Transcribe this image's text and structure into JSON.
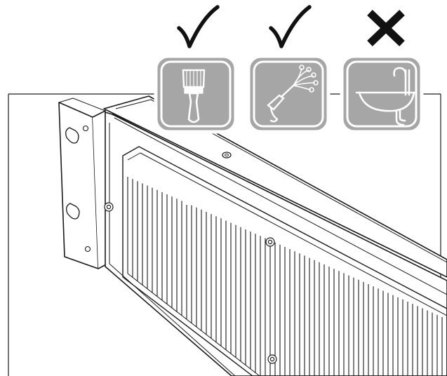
{
  "figure": {
    "kind": "cleaning-instructions-illustration",
    "device": "rack-mount-unit-front-grille",
    "instructions": [
      {
        "method": "brush",
        "icon": "brush-icon",
        "allowed": true,
        "status_mark": "check-mark-icon"
      },
      {
        "method": "compressed-air",
        "icon": "air-blower-icon",
        "allowed": true,
        "status_mark": "check-mark-icon"
      },
      {
        "method": "water-rinse",
        "icon": "sink-faucet-icon",
        "allowed": false,
        "status_mark": "cross-mark-icon"
      }
    ],
    "colors": {
      "icon_tile": "#a6a6a6",
      "icon_border": "#ffffff",
      "mark": "#111111",
      "line": "#1a1a1a",
      "background": "#ffffff"
    }
  }
}
